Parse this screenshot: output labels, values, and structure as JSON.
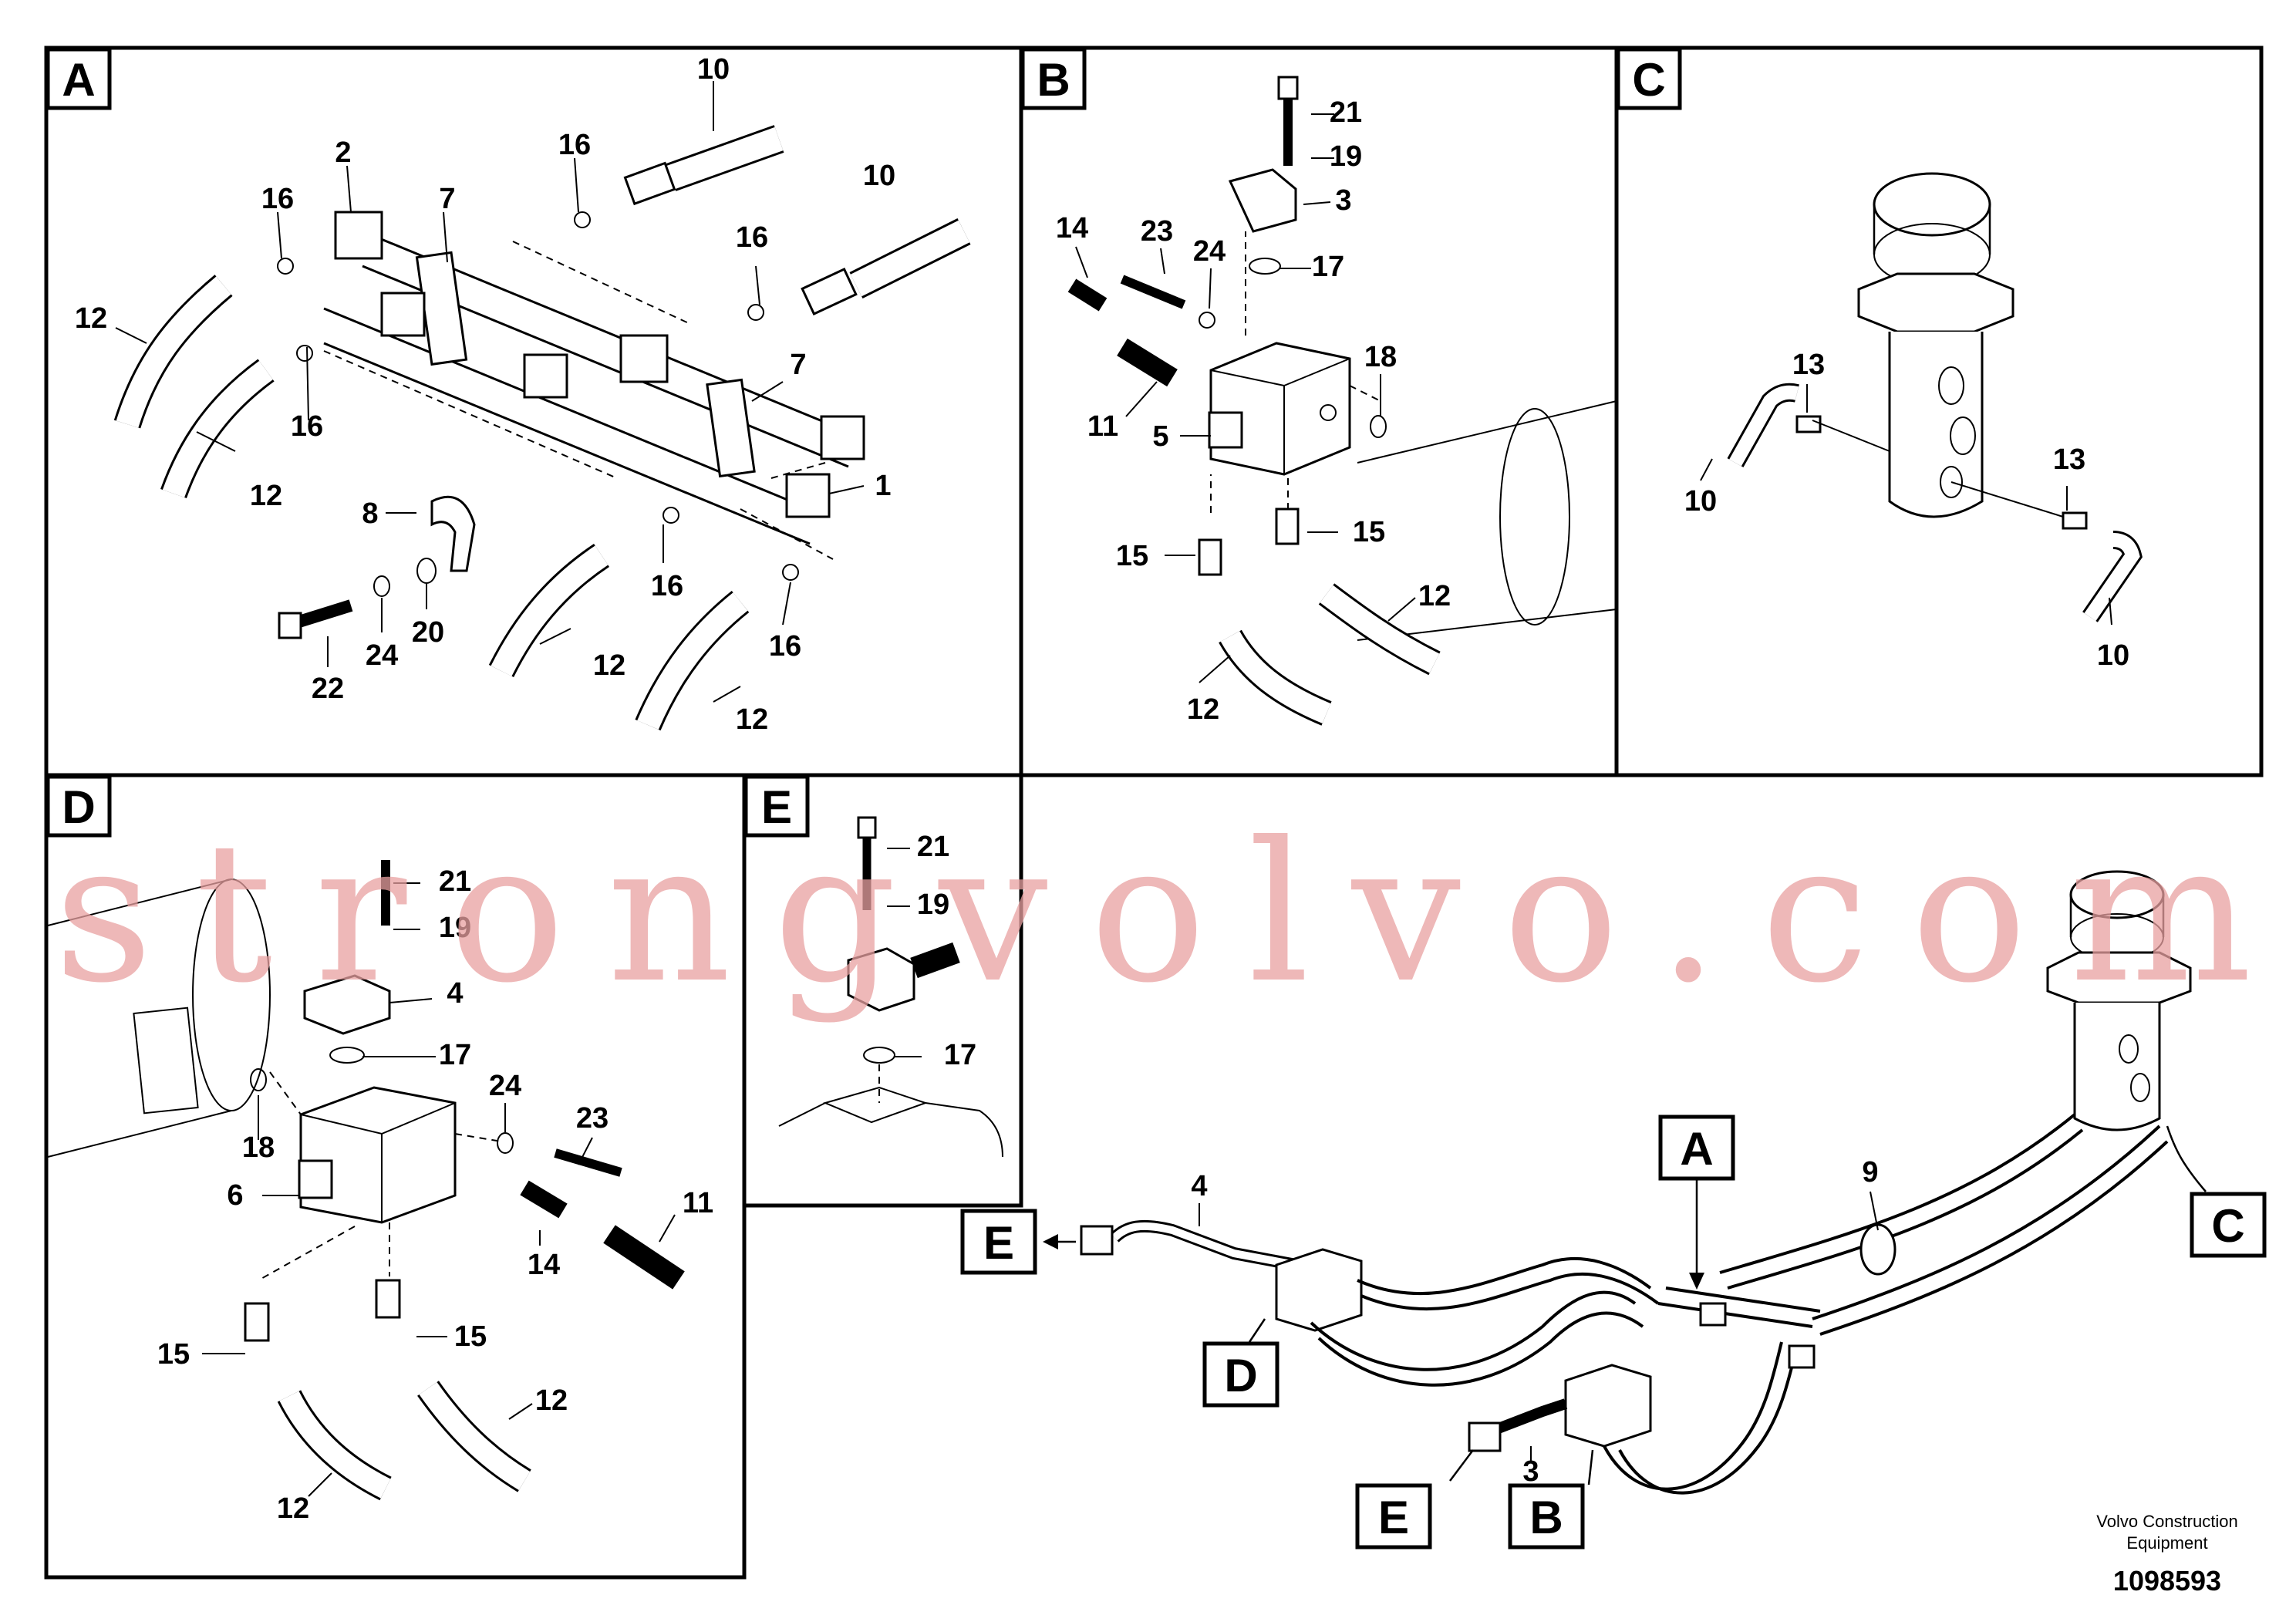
{
  "panels": [
    {
      "id": "A",
      "label": "A"
    },
    {
      "id": "B",
      "label": "B"
    },
    {
      "id": "C",
      "label": "C"
    },
    {
      "id": "D",
      "label": "D"
    },
    {
      "id": "E",
      "label": "E"
    }
  ],
  "callouts": {
    "A": [
      "10",
      "16",
      "10",
      "16",
      "2",
      "16",
      "7",
      "12",
      "16",
      "7",
      "12",
      "8",
      "1",
      "16",
      "12",
      "16",
      "22",
      "24",
      "20",
      "12",
      "12"
    ],
    "B": [
      "21",
      "19",
      "3",
      "14",
      "23",
      "24",
      "17",
      "18",
      "11",
      "5",
      "15",
      "15",
      "12",
      "12"
    ],
    "C": [
      "13",
      "13",
      "10",
      "10"
    ],
    "D": [
      "21",
      "19",
      "4",
      "17",
      "24",
      "23",
      "18",
      "6",
      "11",
      "14",
      "15",
      "15",
      "12",
      "12"
    ],
    "E": [
      "21",
      "19",
      "17"
    ],
    "overview": [
      "4",
      "9",
      "3"
    ]
  },
  "overview_markers": [
    "A",
    "B",
    "C",
    "D",
    "E"
  ],
  "watermark": "strongvolvo.com",
  "credit": {
    "line1": "Volvo Construction",
    "line2": "Equipment"
  },
  "document_number": "1098593"
}
